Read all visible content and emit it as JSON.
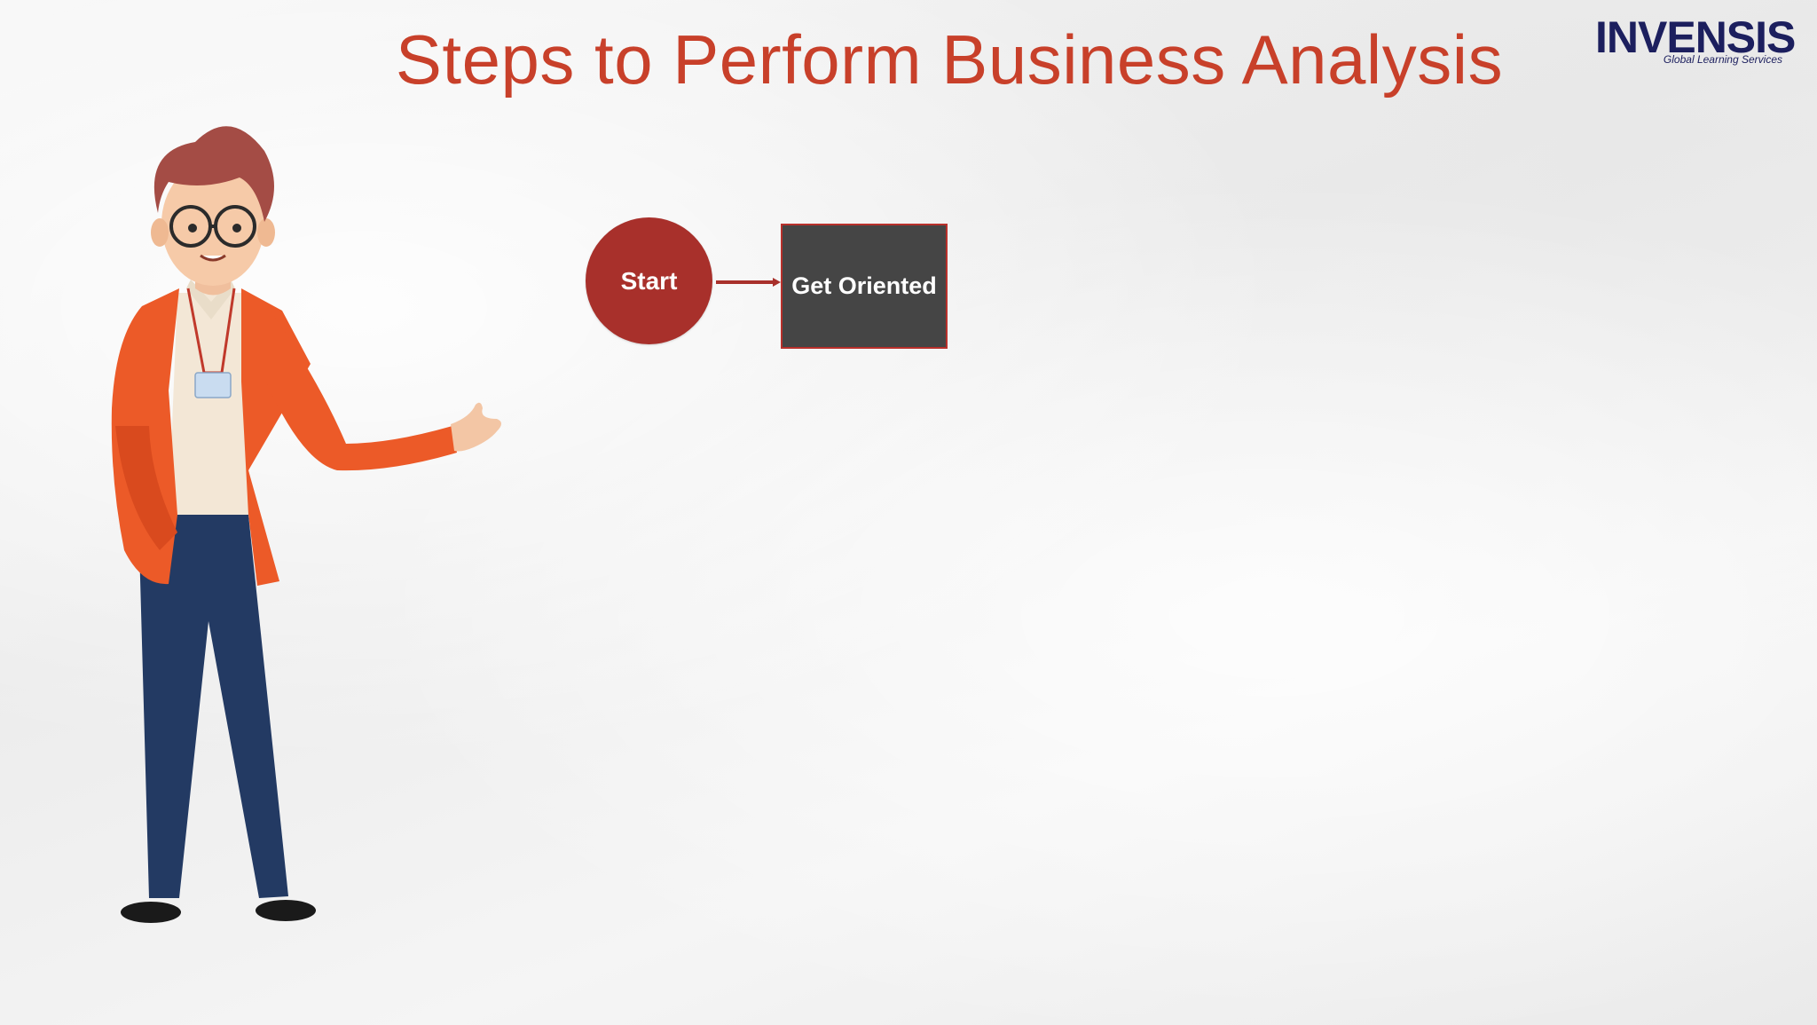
{
  "slide": {
    "title": "Steps to Perform Business Analysis"
  },
  "logo": {
    "brand": "INVENSIS",
    "tagline": "Global Learning Services",
    "color": "#1c1f5e"
  },
  "flowchart": {
    "start_label": "Start",
    "steps": [
      {
        "label": "Get Oriented"
      }
    ],
    "colors": {
      "start_fill": "#a8302b",
      "step_fill": "#454545",
      "step_border": "#b8302b",
      "arrow": "#a8302b"
    }
  },
  "illustration": {
    "figure": "presenter-man-icon"
  },
  "accent_color": "#c8402a"
}
